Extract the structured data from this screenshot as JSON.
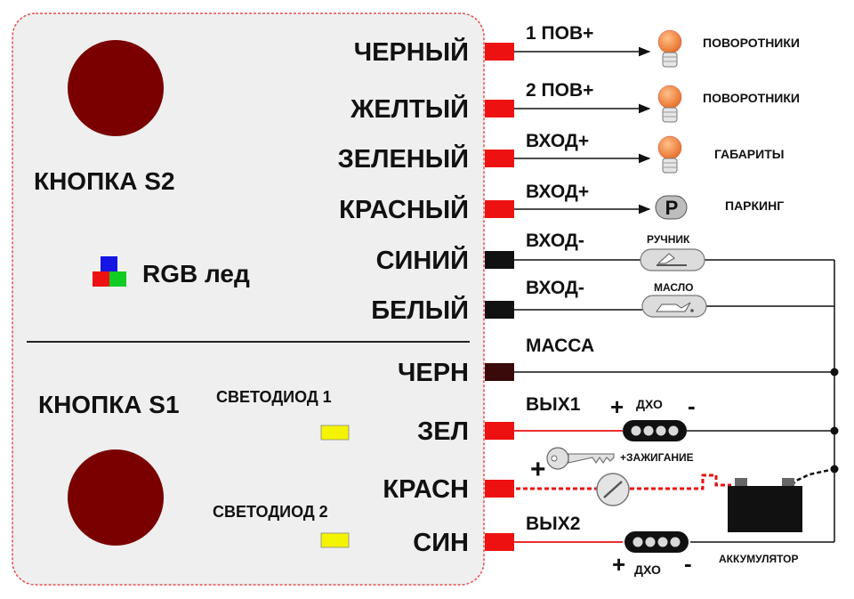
{
  "panel": {
    "button_s2": "КНОПКА S2",
    "rgb_led": "RGB лед",
    "button_s1": "КНОПКА S1",
    "led1": "СВЕТОДИОД 1",
    "led2": "СВЕТОДИОД 2"
  },
  "wires": [
    {
      "label": "ЧЕРНЫЙ",
      "connector_color": "#ee1111"
    },
    {
      "label": "ЖЕЛТЫЙ",
      "connector_color": "#ee1111"
    },
    {
      "label": "ЗЕЛЕНЫЙ",
      "connector_color": "#ee1111"
    },
    {
      "label": "КРАСНЫЙ",
      "connector_color": "#ee1111"
    },
    {
      "label": "СИНИЙ",
      "connector_color": "#111111"
    },
    {
      "label": "БЕЛЫЙ",
      "connector_color": "#111111"
    },
    {
      "label": "ЧЕРН",
      "connector_color": "#3a0a0a"
    },
    {
      "label": "ЗЕЛ",
      "connector_color": "#ee1111"
    },
    {
      "label": "КРАСН",
      "connector_color": "#ee1111"
    },
    {
      "label": "СИН",
      "connector_color": "#ee1111"
    }
  ],
  "signals": {
    "turn1": "1 ПОВ+",
    "turn2": "2 ПОВ+",
    "input_plus_1": "ВХОД+",
    "input_plus_2": "ВХОД+",
    "input_minus_1": "ВХОД-",
    "input_minus_2": "ВХОД-",
    "ground": "МАССА",
    "out1": "ВЫХ1",
    "out2": "ВЫХ2"
  },
  "devices": {
    "turn_signals_1": "ПОВОРОТНИКИ",
    "turn_signals_2": "ПОВОРОТНИКИ",
    "parking_lights": "ГАБАРИТЫ",
    "parking": "ПАРКИНГ",
    "parking_letter": "P",
    "handbrake": "РУЧНИК",
    "oil": "МАСЛО",
    "drl_1": "ДХО",
    "drl_2": "ДХО",
    "ignition": "+ЗАЖИГАНИЕ",
    "battery": "АККУМУЛЯТОР",
    "plus": "+",
    "minus": "-"
  },
  "colors": {
    "panel_fill": "#efefef",
    "panel_border": "#e05050",
    "button_red": "#7a0000",
    "led_yellow": "#f4f400",
    "bulb_orange": "#f28c3a",
    "accent_red": "#e81010"
  }
}
